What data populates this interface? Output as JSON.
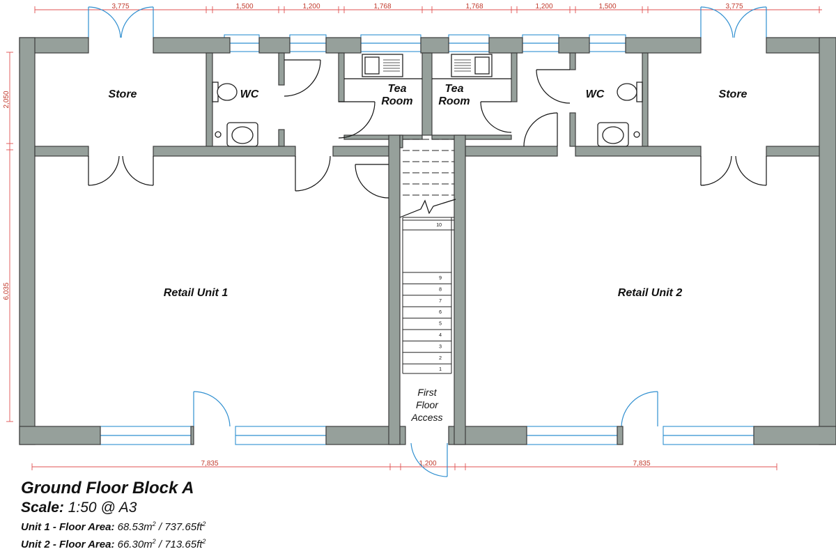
{
  "rooms": {
    "store_left": "Store",
    "wc_left": "WC",
    "tea_left_1": "Tea",
    "tea_left_2": "Room",
    "tea_right_1": "Tea",
    "tea_right_2": "Room",
    "wc_right": "WC",
    "store_right": "Store",
    "retail_1": "Retail Unit 1",
    "retail_2": "Retail Unit 2",
    "access_1": "First",
    "access_2": "Floor",
    "access_3": "Access"
  },
  "dimensions": {
    "top": [
      "3,775",
      "1,500",
      "1,200",
      "1,768",
      "1,768",
      "1,200",
      "1,500",
      "3,775"
    ],
    "left": [
      "2,050",
      "6,035"
    ],
    "bottom": [
      "7,835",
      "1,200",
      "7,835"
    ]
  },
  "stair_steps": [
    "10",
    "9",
    "8",
    "7",
    "6",
    "5",
    "4",
    "3",
    "2",
    "1"
  ],
  "legend": {
    "title": "Ground Floor Block A",
    "scale_label": "Scale:",
    "scale_value": "1:50 @ A3",
    "unit1_label": "Unit 1 - Floor Area:",
    "unit1_m2": "68.53m",
    "unit1_ft2": "737.65ft",
    "unit2_label": "Unit 2 - Floor Area:",
    "unit2_m2": "66.30m",
    "unit2_ft2": "713.65ft",
    "sq": "2",
    "sep": " / "
  },
  "colors": {
    "wall": "#96a09b",
    "window": "#2f8fd0",
    "dimension": "#e05050"
  }
}
